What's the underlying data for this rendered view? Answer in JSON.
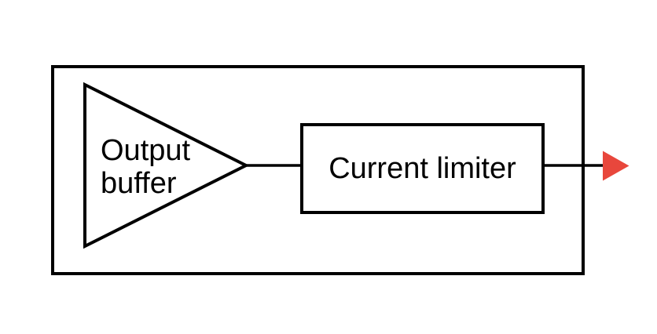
{
  "diagram": {
    "type": "block-diagram",
    "blocks": {
      "output_buffer": {
        "label": "Output buffer",
        "shape": "triangle-amplifier"
      },
      "current_limiter": {
        "label": "Current limiter",
        "shape": "rectangle"
      }
    },
    "connections": [
      {
        "from": "output_buffer",
        "to": "current_limiter"
      },
      {
        "from": "current_limiter",
        "to": "output-arrowhead"
      }
    ],
    "colors": {
      "arrow_red": "#E8473C",
      "line_black": "#000000",
      "background": "#FFFFFF"
    }
  }
}
